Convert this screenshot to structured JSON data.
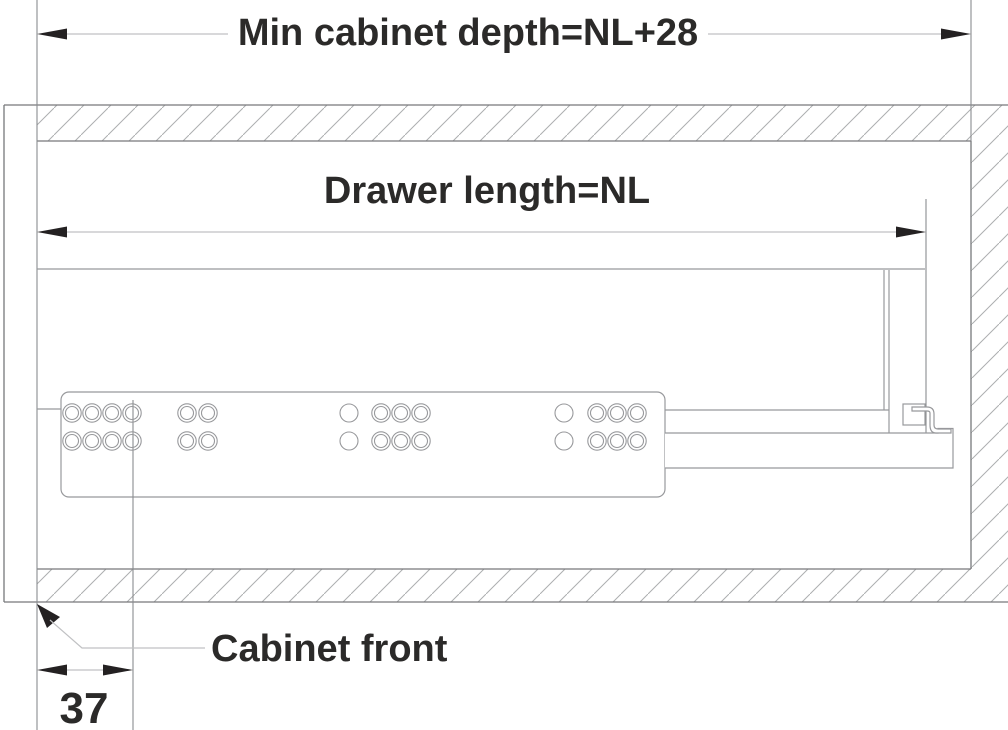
{
  "drawing": {
    "type": "cabinet-drawer-slide-installation-side-view",
    "min_cabinet_depth_label": "Min cabinet depth=NL+28",
    "drawer_length_label": "Drawer length=NL",
    "cabinet_front_label": "Cabinet front",
    "front_offset_value": "37"
  },
  "colors": {
    "background": "#ffffff",
    "cabinet_outline": "#77787b",
    "slide_lines": "#98999c",
    "dimension_lines": "#c0c1c3",
    "hatch_lines": "#adaeb0",
    "text": "#2b2a29",
    "arrowheads": "#242122"
  }
}
